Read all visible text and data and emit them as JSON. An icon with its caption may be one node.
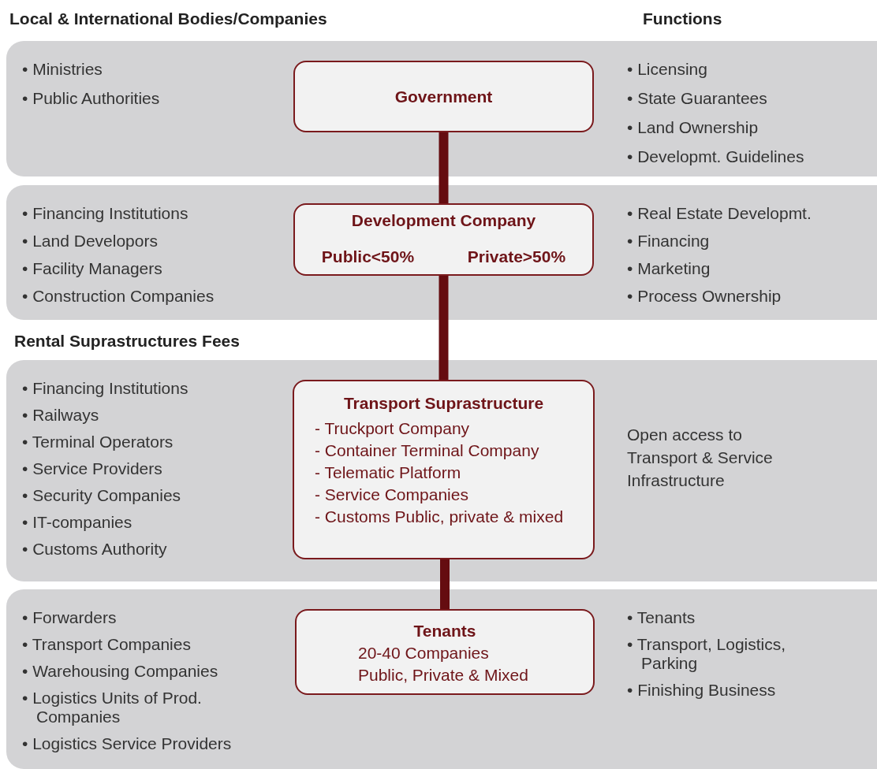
{
  "diagram": {
    "nodes": [
      {
        "text": [
          "• Ministries",
          "• Public Authorities",
          "• Licensing",
          "• State Guarantees",
          "• Land Ownership",
          "• Developmt. Guidelines"
        ]
      },
      {
        "text": [
          "Government"
        ],
        "in": 0
      },
      {
        "text": [
          "• Financing Institutions",
          "• Land Developors",
          "• Facility Managers",
          "• Construction Companies",
          "• Real Estate Developmt.",
          "• Financing",
          "• Marketing",
          "• Process Ownership"
        ]
      },
      {
        "text": [
          "Development Company",
          "Public<50%",
          "Private>50%"
        ],
        "in": 2
      },
      {
        "text": [
          "• Financing Institutions",
          "• Railways",
          "• Terminal Operators",
          "• Service Providers",
          "• Security Companies",
          "• IT-companies",
          "• Customs Authority",
          "Open access to Transport & Service Infrastructure"
        ]
      },
      {
        "text": [
          "Transport Suprastructure",
          "- Truckport Company",
          "- Container Terminal Company",
          "- Telematic Platform",
          "- Service Companies",
          "- Customs Public, private & mixed"
        ],
        "in": 4
      },
      {
        "text": [
          "• Forwarders",
          "• Transport Companies",
          "• Warehousing Companies",
          "• Logistics Units of Prod. Companies",
          "• Logistics Service Providers",
          "• Tenants",
          "• Transport, Logistics, Parking",
          "• Finishing Business"
        ]
      },
      {
        "text": [
          "Tenants",
          "20-40 Companies",
          "Public, Private & Mixed"
        ],
        "in": 6
      }
    ],
    "edges": [
      {
        "from": 1,
        "to": 3,
        "arrow": "none"
      },
      {
        "from": 3,
        "to": 5,
        "arrow": "none"
      },
      {
        "from": 5,
        "to": 7,
        "arrow": "none"
      }
    ],
    "labels": [
      "Local & International Bodies/Companies",
      "Functions",
      "Rental Suprastructures Fees"
    ]
  }
}
